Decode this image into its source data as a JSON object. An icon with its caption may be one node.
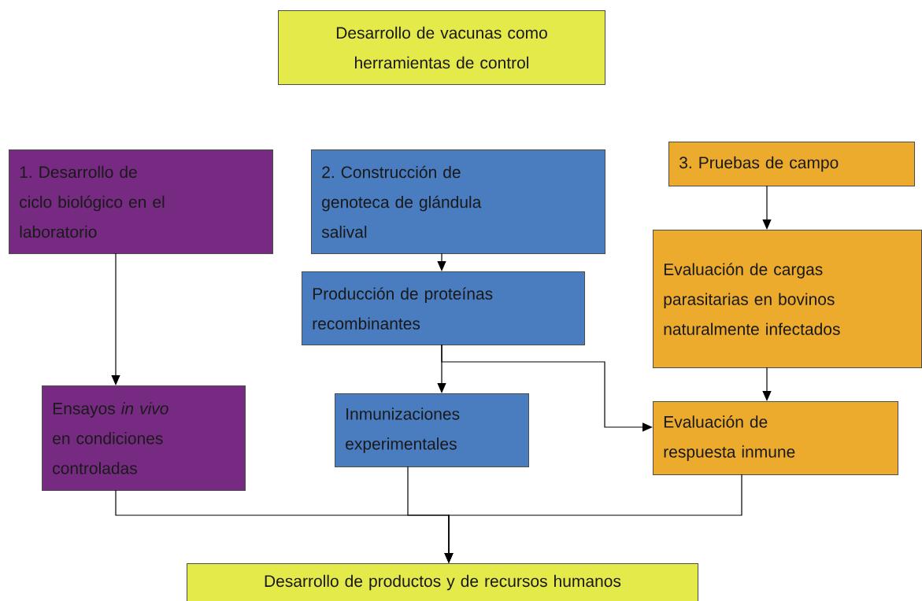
{
  "diagram": {
    "nodes": [
      {
        "text": [
          "Desarrollo de vacunas como herramientas de control"
        ]
      },
      {
        "text": [
          "1. Desarrollo de ciclo biológico en el laboratorio"
        ]
      },
      {
        "text": [
          "2. Construcción de genoteca de glándula salival"
        ]
      },
      {
        "text": [
          "3. Pruebas de campo"
        ]
      },
      {
        "text": [
          "Producción de proteínas recombinantes"
        ]
      },
      {
        "text": [
          "Evaluación de cargas parasitarias en bovinos naturalmente infectados"
        ]
      },
      {
        "text": [
          "Ensayos *in vivo* en condiciones controladas"
        ]
      },
      {
        "text": [
          "Inmunizaciones experimentales"
        ]
      },
      {
        "text": [
          "Evaluación de respuesta inmune"
        ]
      },
      {
        "text": [
          "Desarrollo de productos y de recursos humanos"
        ]
      }
    ],
    "edges": [
      {
        "from": 1,
        "to": 6,
        "arrow": "to"
      },
      {
        "from": 2,
        "to": 4,
        "arrow": "to"
      },
      {
        "from": 3,
        "to": 5,
        "arrow": "to"
      },
      {
        "from": 4,
        "to": 7,
        "arrow": "to"
      },
      {
        "from": 4,
        "to": 8,
        "arrow": "to"
      },
      {
        "from": 5,
        "to": 8,
        "arrow": "to"
      },
      {
        "from": 6,
        "to": 9,
        "arrow": "to"
      },
      {
        "from": 7,
        "to": 9,
        "arrow": "to"
      },
      {
        "from": 8,
        "to": 9,
        "arrow": "to"
      }
    ]
  }
}
